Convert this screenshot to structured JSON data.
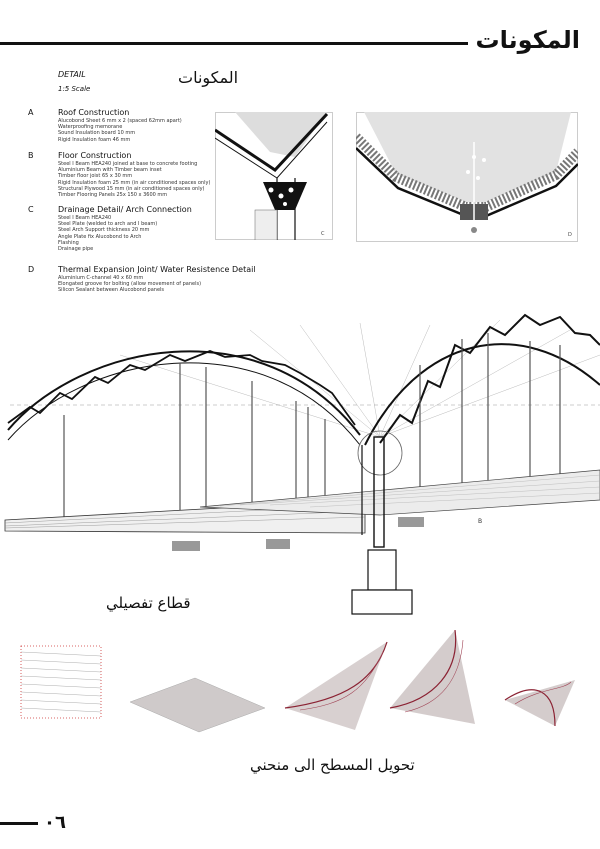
{
  "header": {
    "title": "المكونات"
  },
  "detail": {
    "label": "DETAIL",
    "scale": "1:5 Scale",
    "subtitle": "المكونات"
  },
  "specs": [
    {
      "letter": "A",
      "title": "Roof Construction",
      "lines": [
        "Alucobond Sheet 6 mm x 2 (spaced 62mm apart)",
        "Waterproofing memorane",
        "Sound Insulation board 10 mm",
        "Rigid Insulation foam 46 mm"
      ]
    },
    {
      "letter": "B",
      "title": "Floor Construction",
      "lines": [
        "Steel I Beam HEA240 joined at base to concrete footing",
        "Aluminium Beam with Timber beam inset",
        "Timber floor joist 65 x 30 mm",
        "Rigid Insulation foam 25 mm (in air conditioned spaces only)",
        "Structural Plywood 15 mm (in air conditioned spaces only)",
        "Timber Flooring Panels 25x 150 x 3600 mm"
      ]
    },
    {
      "letter": "C",
      "title": "Drainage Detail/ Arch Connection",
      "lines": [
        "Steel I Beam HEA240",
        "Steel Plate (welded to arch and I beam)",
        "Steel Arch Support thickness 20 mm",
        "Angle Plate fix Alucobond to Arch",
        "Flashing",
        "Drainage pipe"
      ]
    },
    {
      "letter": "D",
      "title": "Thermal Expansion Joint/ Water Resistence Detail",
      "lines": [
        "Aluminium C-channel 40 x 60 mm",
        "Elongated groove for bolting (allow movement of panels)",
        "Silicon Sealant between Alucobond panels"
      ]
    }
  ],
  "detail_tags": {
    "c": "C",
    "d": "D",
    "b": "B"
  },
  "section_caption": "قطاع تفصيلي",
  "transform_caption": "تحويل المسطح الى منحني",
  "page_number": "٠٦"
}
